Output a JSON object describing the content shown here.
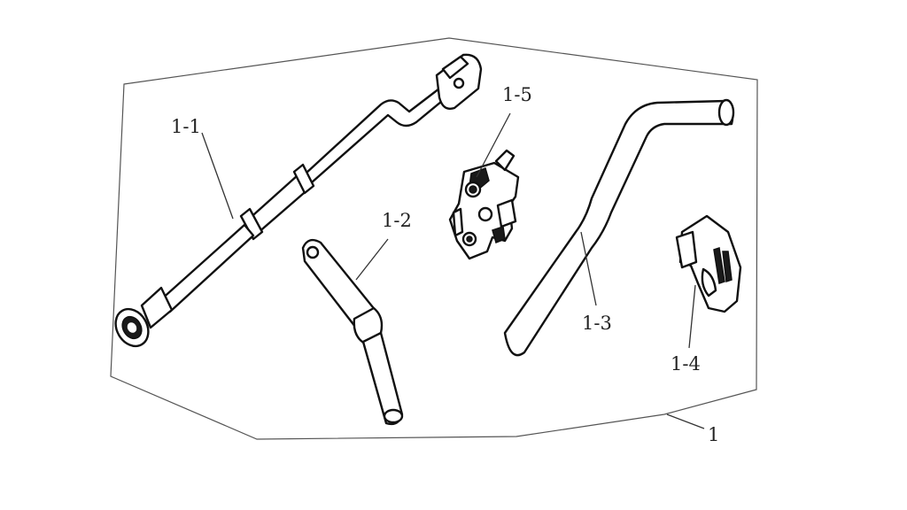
{
  "diagram": {
    "labels": {
      "assembly": "1",
      "part_1_1": "1-1",
      "part_1_2": "1-2",
      "part_1_3": "1-3",
      "part_1_4": "1-4",
      "part_1_5": "1-5"
    }
  }
}
